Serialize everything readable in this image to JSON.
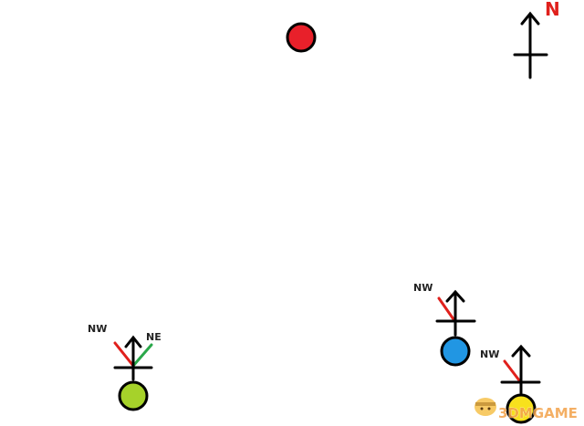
{
  "compass": {
    "label": "N",
    "label_color": "#e0201c"
  },
  "colors": {
    "stroke": "#000000",
    "nw_line": "#e0201c",
    "ne_line": "#2aa84a",
    "label_text": "#222222"
  },
  "markers": [
    {
      "id": "red",
      "fill": "#e8202a"
    },
    {
      "id": "lime",
      "fill": "#a6d22a",
      "labels": [
        "NW",
        "NE"
      ]
    },
    {
      "id": "blue",
      "fill": "#2196e3",
      "labels": [
        "NW"
      ]
    },
    {
      "id": "yellow",
      "fill": "#f7e11d",
      "labels": [
        "NW"
      ]
    }
  ],
  "watermark": {
    "text": "3DMGAME",
    "color": "#f3a24a"
  }
}
